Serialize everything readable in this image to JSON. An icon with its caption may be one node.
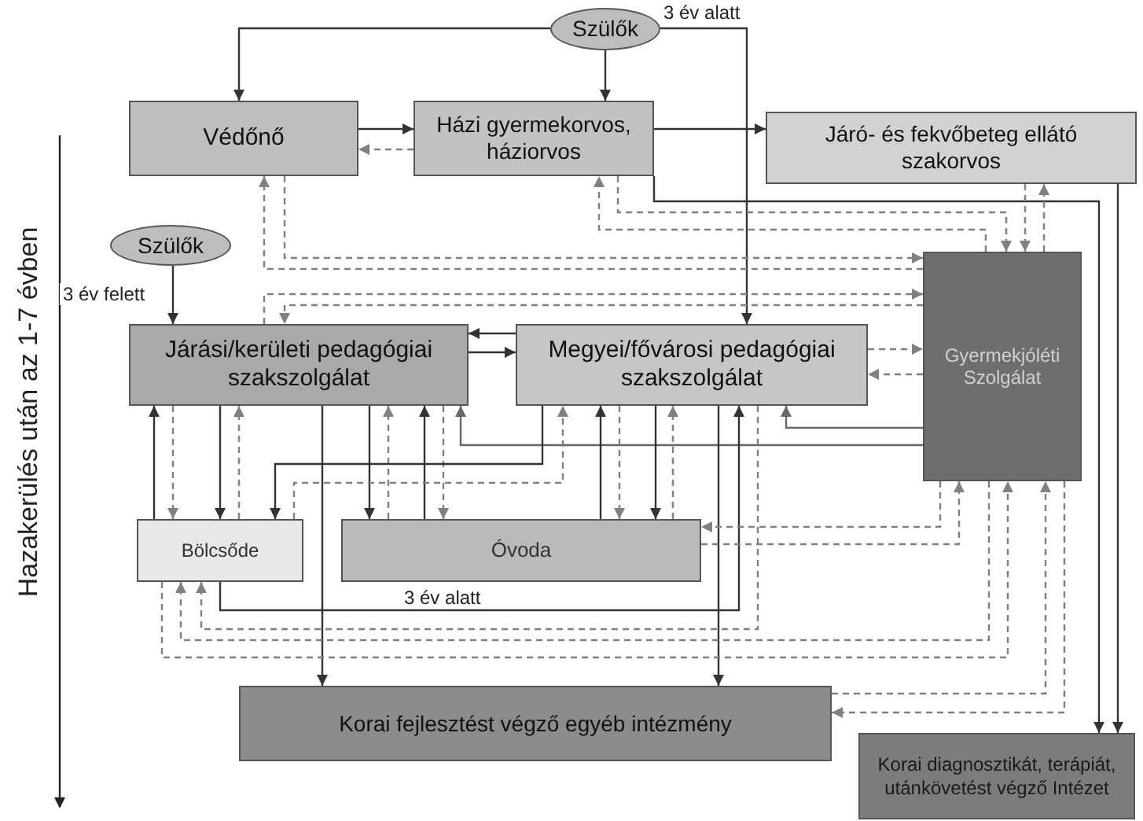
{
  "diagram": {
    "nodes": [
      {
        "text": [
          "Szülők"
        ]
      },
      {
        "text": [
          "Védőnő"
        ]
      },
      {
        "text": [
          "Házi gyermekorvos, háziorvos"
        ]
      },
      {
        "text": [
          "Járó- és fekvőbeteg ellátó szakorvos"
        ]
      },
      {
        "text": [
          "Szülők"
        ]
      },
      {
        "text": [
          "Járási/kerületi pedagógiai szakszolgálat"
        ]
      },
      {
        "text": [
          "Megyei/fővárosi pedagógiai szakszolgálat"
        ]
      },
      {
        "text": [
          "Gyermekjóléti Szolgálat"
        ]
      },
      {
        "text": [
          "Bölcsőde"
        ]
      },
      {
        "text": [
          "Óvoda"
        ]
      },
      {
        "text": [
          "Korai fejlesztést végző egyéb intézmény"
        ]
      },
      {
        "text": [
          "Korai diagnosztikát, terápiát, utánkövetést végző Intézet"
        ]
      }
    ],
    "edges": [
      {
        "from": 0,
        "to": 1,
        "arrow": "to"
      },
      {
        "from": 0,
        "to": 2,
        "arrow": "to"
      },
      {
        "from": 0,
        "to": 6,
        "arrow": "to",
        "label": "3 év alatt"
      },
      {
        "from": 1,
        "to": 2,
        "arrow": "to"
      },
      {
        "from": 2,
        "to": 1,
        "arrow": "to",
        "style": "dashed",
        "color": "#808080"
      },
      {
        "from": 2,
        "to": 3,
        "arrow": "to"
      },
      {
        "from": 4,
        "to": 5,
        "arrow": "to",
        "label": "3 év felett"
      },
      {
        "from": 5,
        "to": 6,
        "arrow": "to"
      },
      {
        "from": 6,
        "to": 5,
        "arrow": "to"
      },
      {
        "from": 6,
        "to": 7,
        "arrow": "to",
        "style": "dashed",
        "color": "#808080"
      },
      {
        "from": 7,
        "to": 6,
        "arrow": "to",
        "style": "dashed",
        "color": "#808080"
      },
      {
        "from": 7,
        "to": 6,
        "arrow": "to",
        "color": "#666666"
      },
      {
        "from": 7,
        "to": 5,
        "arrow": "to",
        "color": "#666666"
      },
      {
        "from": 2,
        "to": 11,
        "arrow": "to"
      },
      {
        "from": 3,
        "to": 11,
        "arrow": "to"
      },
      {
        "from": 2,
        "to": 7,
        "arrow": "to",
        "style": "dashed",
        "color": "#808080"
      },
      {
        "from": 7,
        "to": 2,
        "arrow": "to",
        "style": "dashed",
        "color": "#808080"
      },
      {
        "from": 3,
        "to": 7,
        "arrow": "to",
        "style": "dashed",
        "color": "#808080"
      },
      {
        "from": 7,
        "to": 3,
        "arrow": "to",
        "style": "dashed",
        "color": "#808080"
      },
      {
        "from": 1,
        "to": 7,
        "arrow": "to",
        "style": "dashed",
        "color": "#808080"
      },
      {
        "from": 7,
        "to": 1,
        "arrow": "to",
        "style": "dashed",
        "color": "#808080"
      },
      {
        "from": 5,
        "to": 7,
        "arrow": "to",
        "style": "dashed",
        "color": "#808080"
      },
      {
        "from": 7,
        "to": 5,
        "arrow": "to",
        "style": "dashed",
        "color": "#808080"
      },
      {
        "from": 8,
        "to": 5,
        "arrow": "to"
      },
      {
        "from": 5,
        "to": 8,
        "arrow": "to",
        "style": "dashed",
        "color": "#808080"
      },
      {
        "from": 5,
        "to": 8,
        "arrow": "to"
      },
      {
        "from": 8,
        "to": 5,
        "arrow": "to",
        "style": "dashed",
        "color": "#808080"
      },
      {
        "from": 5,
        "to": 10,
        "arrow": "to"
      },
      {
        "from": 5,
        "to": 9,
        "arrow": "to"
      },
      {
        "from": 9,
        "to": 5,
        "arrow": "to",
        "style": "dashed",
        "color": "#808080"
      },
      {
        "from": 9,
        "to": 5,
        "arrow": "to"
      },
      {
        "from": 5,
        "to": 9,
        "arrow": "to",
        "style": "dashed",
        "color": "#808080"
      },
      {
        "from": 6,
        "to": 8,
        "arrow": "to"
      },
      {
        "from": 8,
        "to": 6,
        "arrow": "to",
        "style": "dashed",
        "color": "#808080"
      },
      {
        "from": 9,
        "to": 6,
        "arrow": "to"
      },
      {
        "from": 6,
        "to": 9,
        "arrow": "to",
        "style": "dashed",
        "color": "#808080"
      },
      {
        "from": 6,
        "to": 9,
        "arrow": "to"
      },
      {
        "from": 9,
        "to": 6,
        "arrow": "to",
        "style": "dashed",
        "color": "#808080"
      },
      {
        "from": 6,
        "to": 10,
        "arrow": "to"
      },
      {
        "from": 8,
        "to": 6,
        "arrow": "to",
        "label": "3 év alatt"
      },
      {
        "from": 6,
        "to": 8,
        "arrow": "to",
        "style": "dashed",
        "color": "#808080"
      },
      {
        "from": 7,
        "to": 8,
        "arrow": "to",
        "style": "dashed",
        "color": "#808080"
      },
      {
        "from": 8,
        "to": 7,
        "arrow": "to",
        "style": "dashed",
        "color": "#808080"
      },
      {
        "from": 7,
        "to": 9,
        "arrow": "to",
        "style": "dashed",
        "color": "#808080"
      },
      {
        "from": 9,
        "to": 7,
        "arrow": "to",
        "style": "dashed",
        "color": "#808080"
      },
      {
        "from": 10,
        "to": 7,
        "arrow": "to",
        "style": "dashed",
        "color": "#808080"
      },
      {
        "from": 7,
        "to": 10,
        "arrow": "to",
        "style": "dashed",
        "color": "#808080"
      }
    ],
    "labels": [
      "Hazakerülés után az 1-7 évben"
    ]
  }
}
